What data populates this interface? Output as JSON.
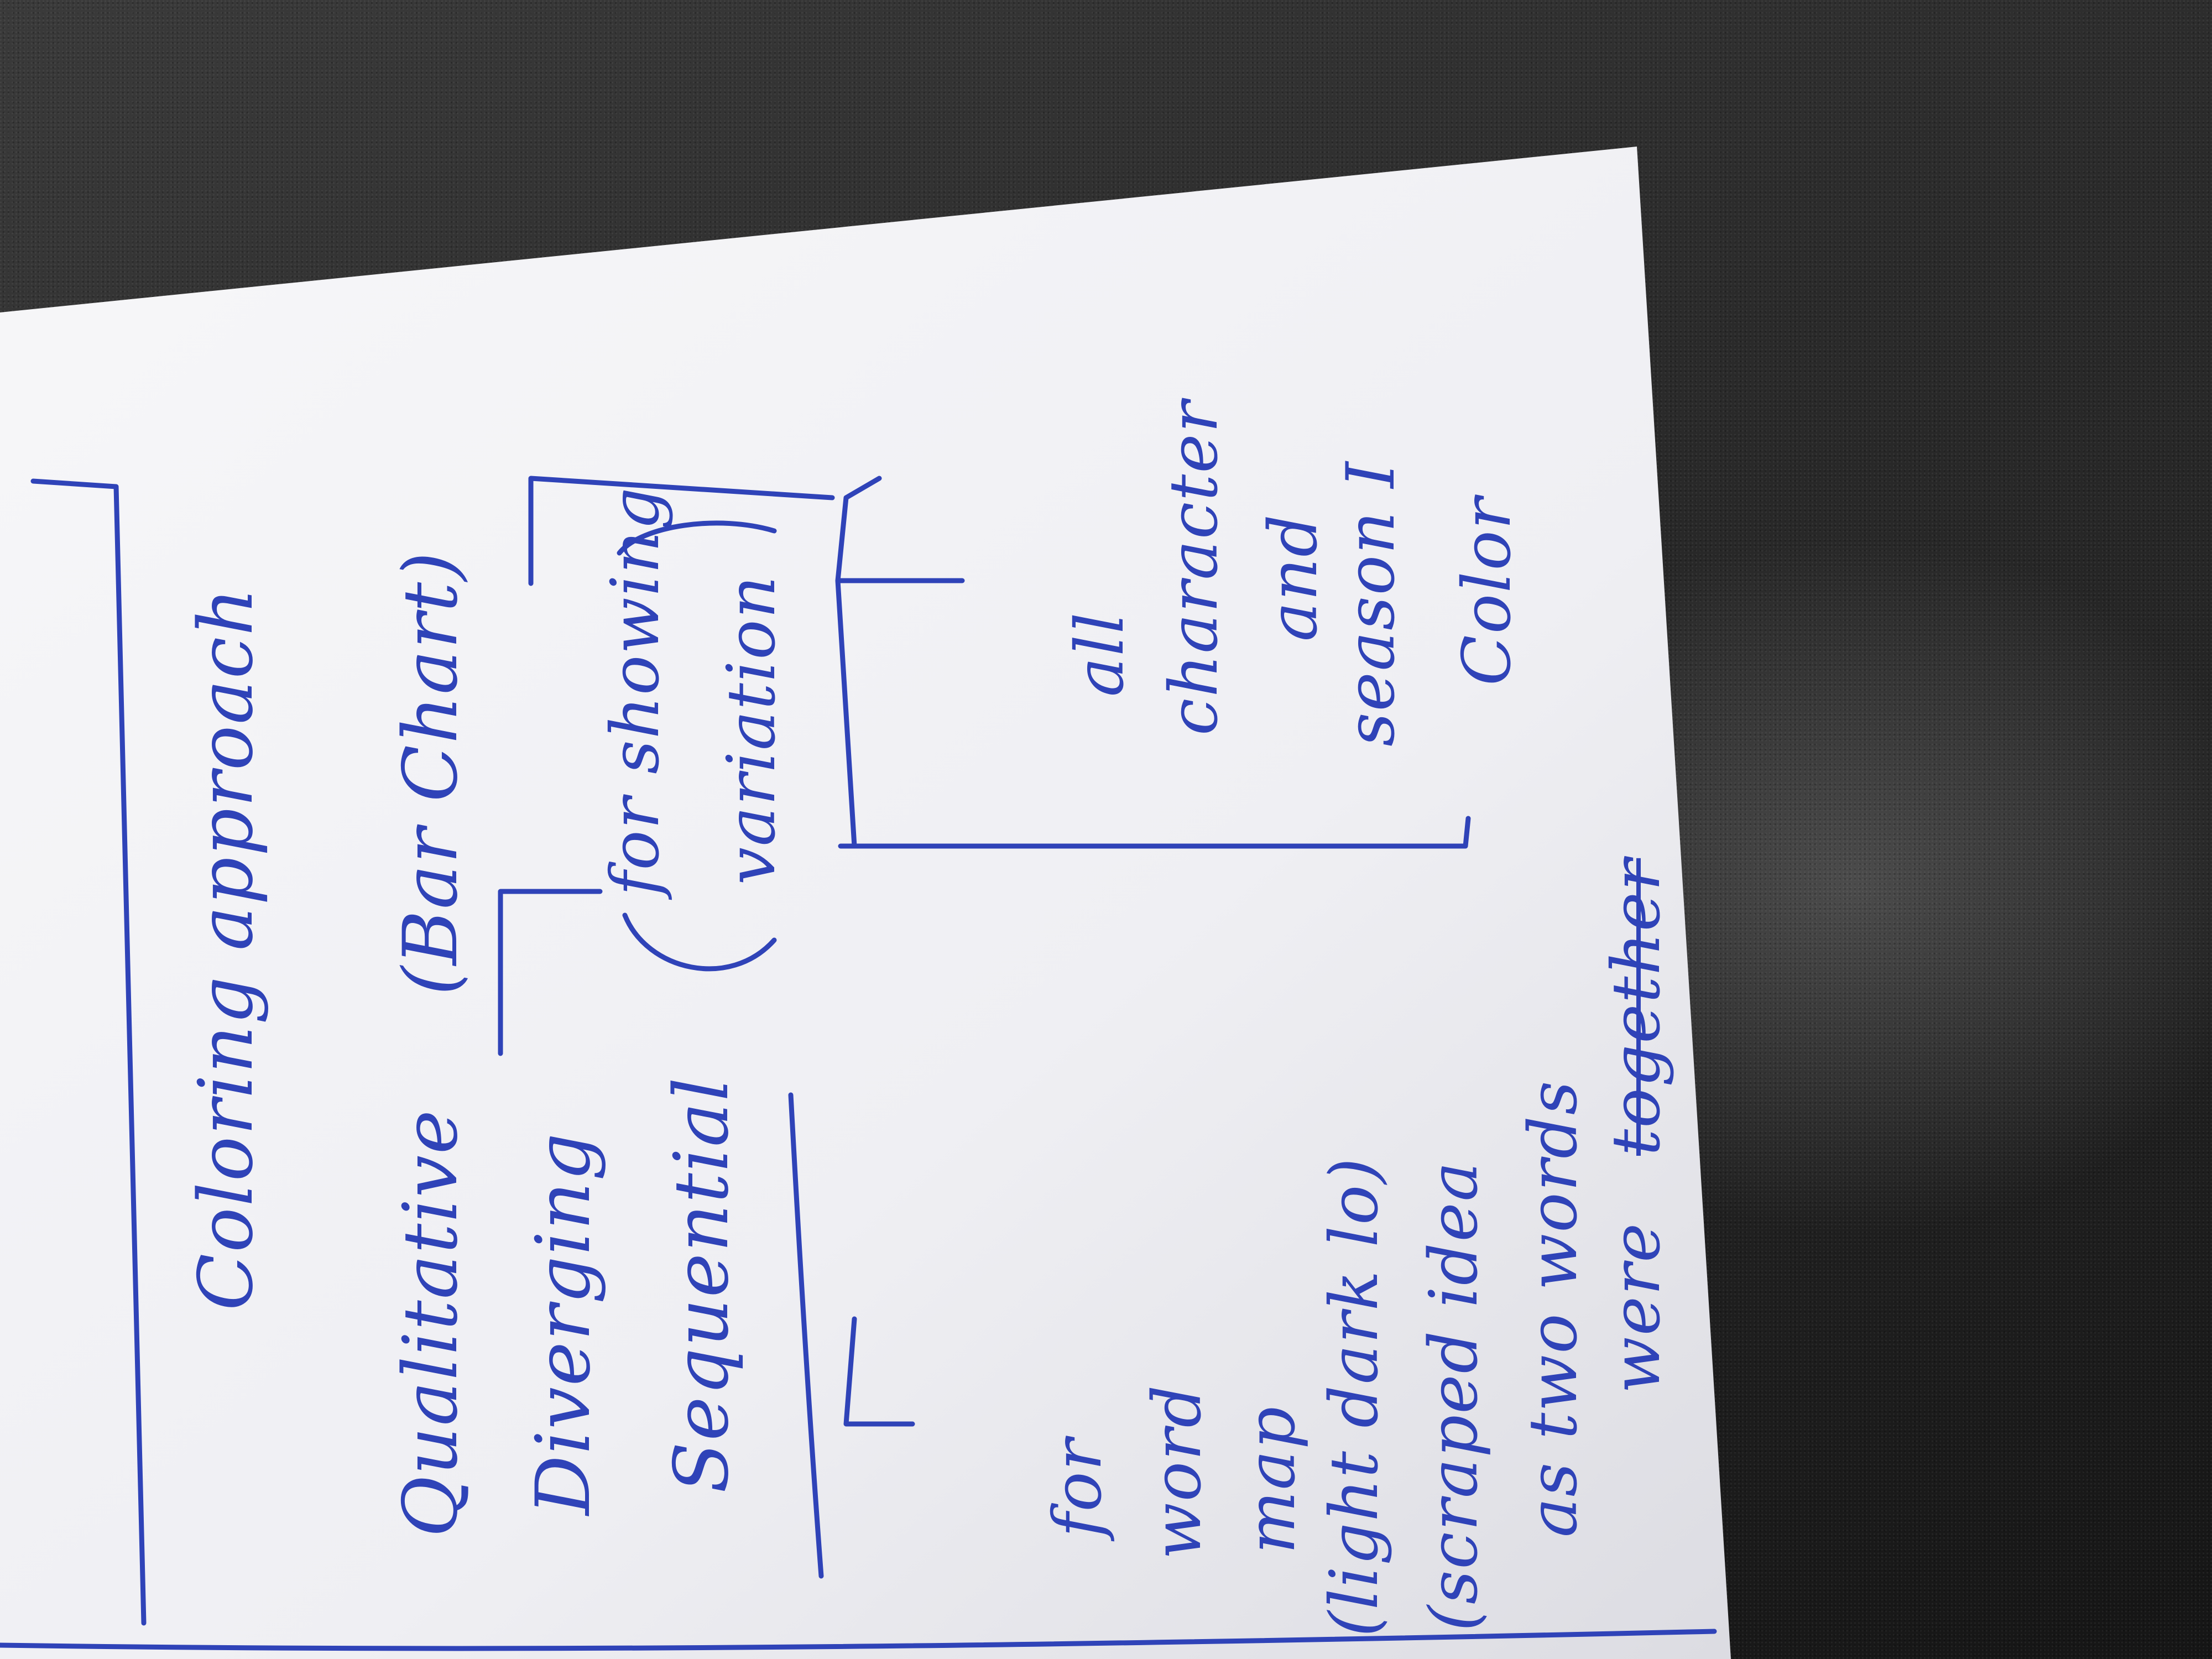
{
  "note": {
    "title": "Coloring approach",
    "items": {
      "qualitative": "Qualitative",
      "qualitative_use": "(Bar Chart)",
      "diverging": "Diverging",
      "sequential": "Sequential",
      "diverging_use_line1": "for showing",
      "diverging_use_line2": "variation",
      "sequential_use": [
        "for",
        "word",
        "map"
      ],
      "sequential_detail": [
        "(light dark lo)",
        "(scraped idea",
        "as two words",
        "were"
      ],
      "struck_word": "together",
      "qualitative_detail": [
        "all",
        "character",
        "and",
        "season I",
        "Color"
      ]
    }
  },
  "colors": {
    "ink": "#2f43b8",
    "paper": "#f4f4f6",
    "surface": "#2a2a2a"
  }
}
